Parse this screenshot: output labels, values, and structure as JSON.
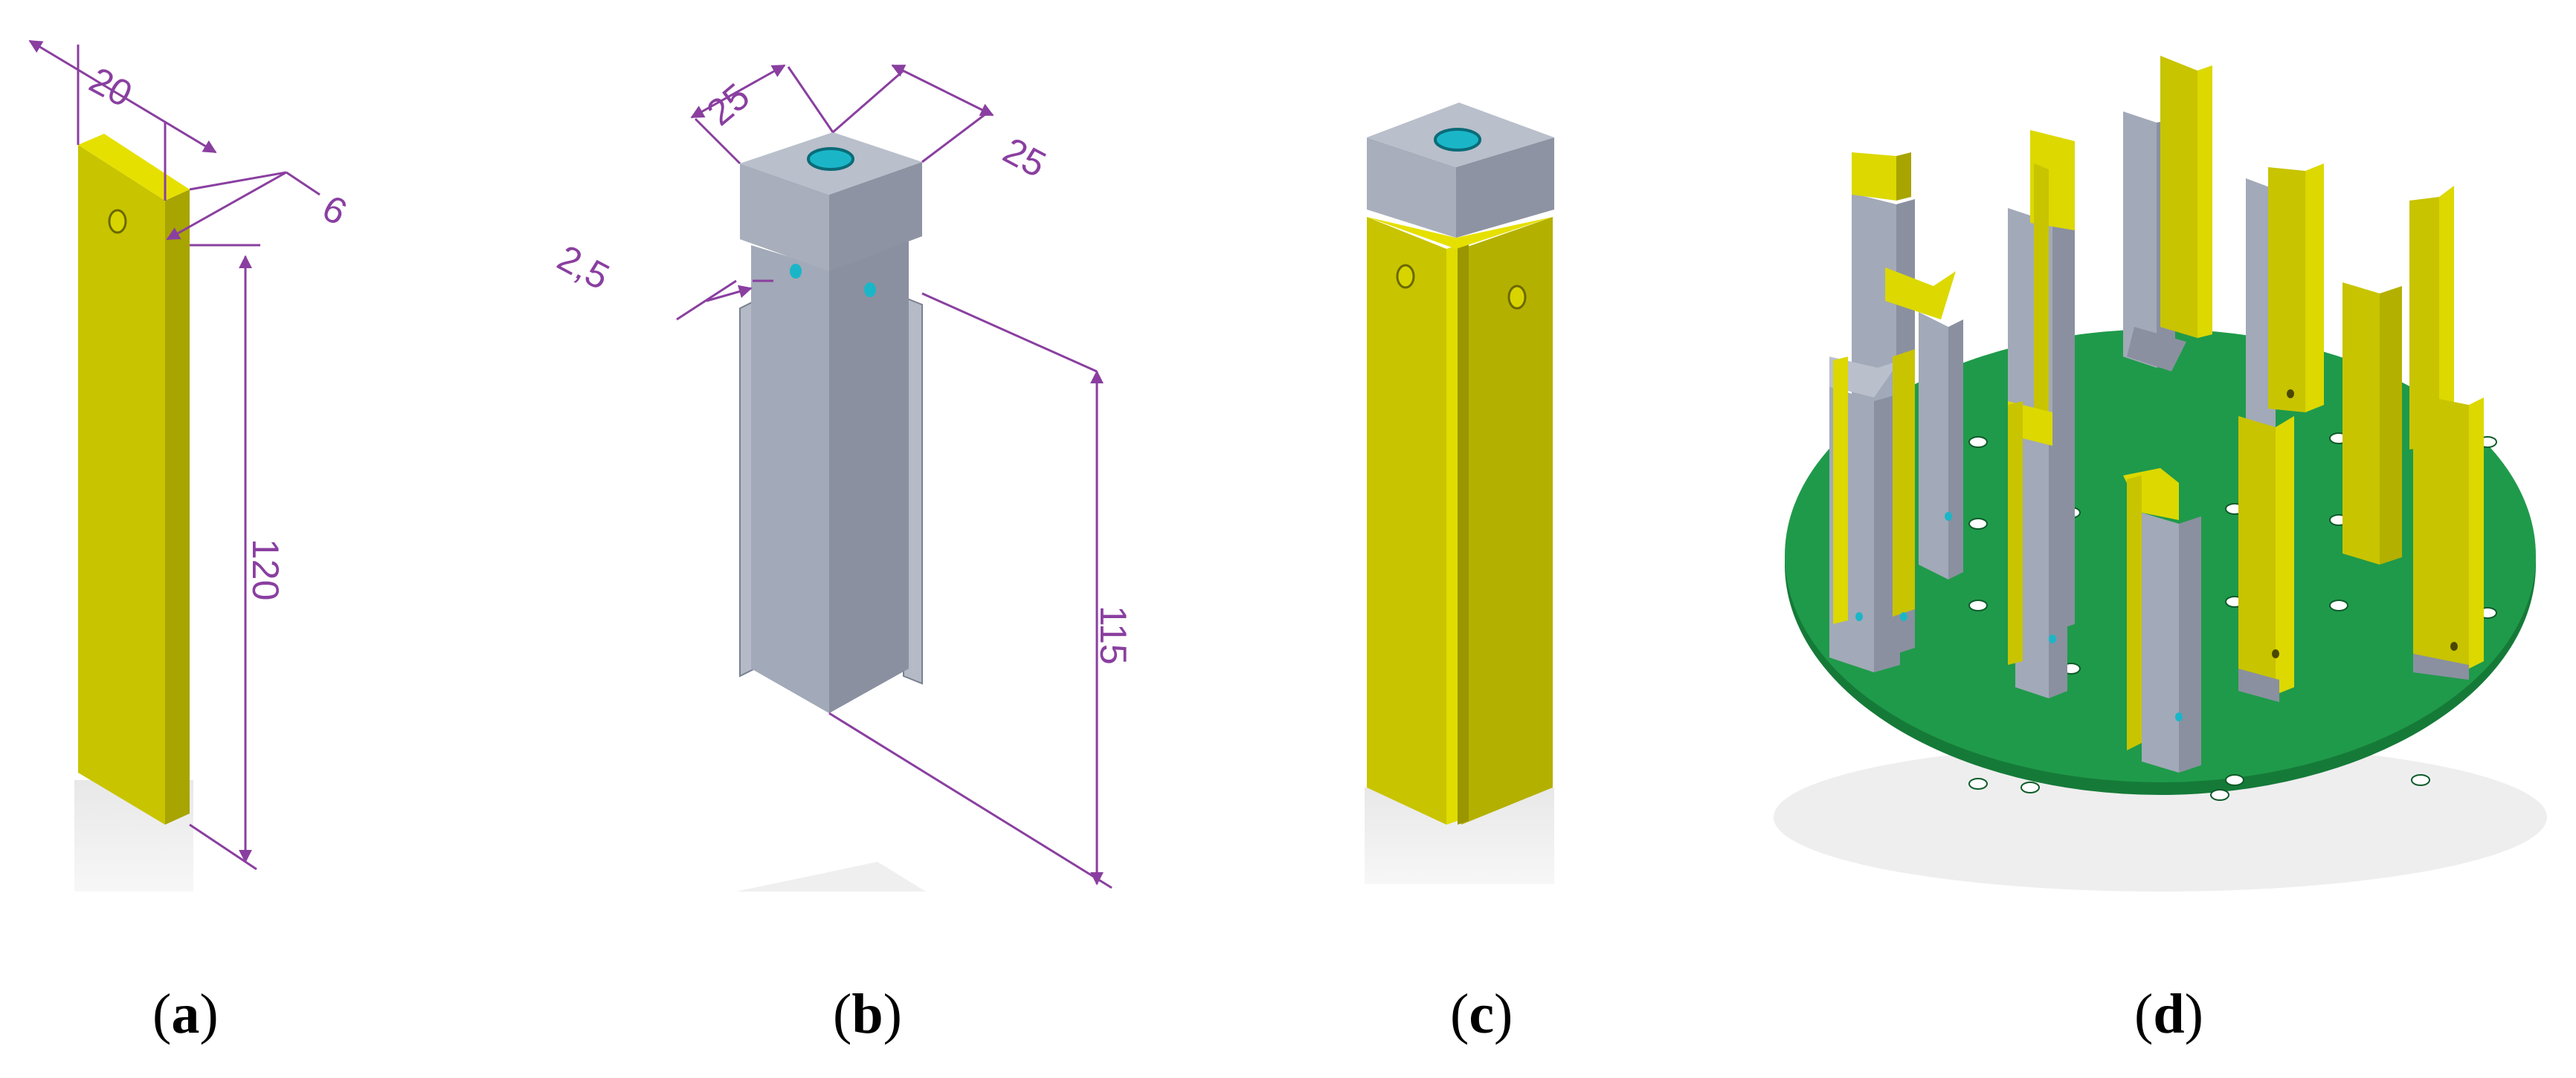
{
  "colors": {
    "yellow_face": "#c8c400",
    "yellow_side": "#a8a400",
    "yellow_top": "#e6e000",
    "grey_face": "#a2a9b8",
    "grey_side": "#8a90a0",
    "grey_top": "#b6bcc8",
    "dimension": "#8a3fa0",
    "board": "#1f9a4a",
    "hole": "#1ab6c8"
  },
  "panel_a": {
    "dim_width": "20",
    "dim_thickness": "6",
    "dim_height": "120",
    "caption_letter": "a"
  },
  "panel_b": {
    "dim_top_left": "25",
    "dim_top_right": "25",
    "dim_gap": "2,5",
    "dim_height": "115",
    "caption_letter": "b"
  },
  "panel_c": {
    "caption_letter": "c"
  },
  "panel_d": {
    "caption_letter": "d"
  }
}
